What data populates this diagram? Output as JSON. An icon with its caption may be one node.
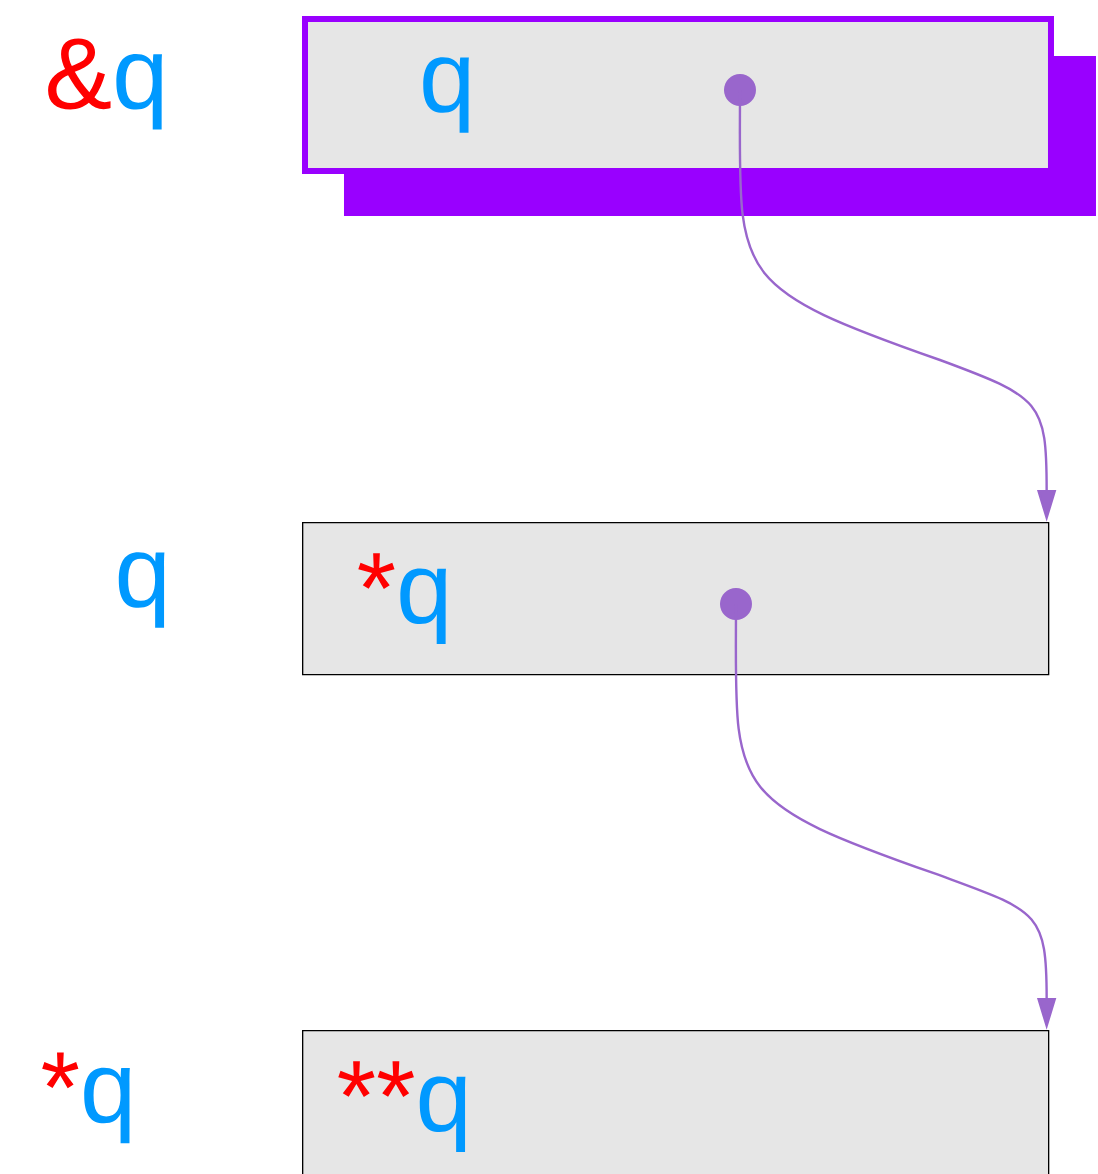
{
  "diagram": {
    "nodes": [
      {
        "text": [
          "q"
        ],
        "beside": [
          "&",
          "q"
        ]
      },
      {
        "text": [
          "*",
          "q"
        ],
        "beside": [
          "q"
        ]
      },
      {
        "text": [
          "**",
          "q"
        ],
        "beside": [
          "*",
          "q"
        ]
      }
    ],
    "edges": [
      {
        "from": 0,
        "to": 1,
        "arrow": "to"
      },
      {
        "from": 1,
        "to": 2,
        "arrow": "to"
      }
    ]
  }
}
